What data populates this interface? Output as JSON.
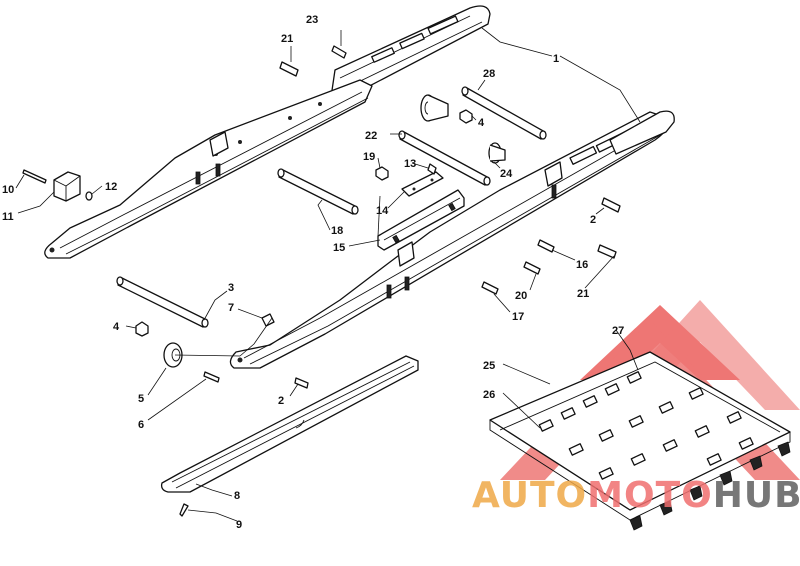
{
  "diagram": {
    "callouts": [
      {
        "id": "c1",
        "label": "1"
      },
      {
        "id": "c2a",
        "label": "2"
      },
      {
        "id": "c2b",
        "label": "2"
      },
      {
        "id": "c3",
        "label": "3"
      },
      {
        "id": "c4a",
        "label": "4"
      },
      {
        "id": "c4b",
        "label": "4"
      },
      {
        "id": "c5",
        "label": "5"
      },
      {
        "id": "c6",
        "label": "6"
      },
      {
        "id": "c7",
        "label": "7"
      },
      {
        "id": "c8",
        "label": "8"
      },
      {
        "id": "c9",
        "label": "9"
      },
      {
        "id": "c10",
        "label": "10"
      },
      {
        "id": "c11",
        "label": "11"
      },
      {
        "id": "c12",
        "label": "12"
      },
      {
        "id": "c13",
        "label": "13"
      },
      {
        "id": "c14",
        "label": "14"
      },
      {
        "id": "c15",
        "label": "15"
      },
      {
        "id": "c16",
        "label": "16"
      },
      {
        "id": "c17",
        "label": "17"
      },
      {
        "id": "c18",
        "label": "18"
      },
      {
        "id": "c19",
        "label": "19"
      },
      {
        "id": "c20",
        "label": "20"
      },
      {
        "id": "c21a",
        "label": "21"
      },
      {
        "id": "c21b",
        "label": "21"
      },
      {
        "id": "c22",
        "label": "22"
      },
      {
        "id": "c23",
        "label": "23"
      },
      {
        "id": "c24",
        "label": "24"
      },
      {
        "id": "c25",
        "label": "25"
      },
      {
        "id": "c26",
        "label": "26"
      },
      {
        "id": "c27",
        "label": "27"
      },
      {
        "id": "c28",
        "label": "28"
      }
    ]
  },
  "watermark": {
    "part_a": "AUTO",
    "part_b": "MOTO",
    "part_c": "HUB",
    "logo_color": "#e8423f"
  },
  "colors": {
    "line": "#111111",
    "background": "#ffffff"
  }
}
